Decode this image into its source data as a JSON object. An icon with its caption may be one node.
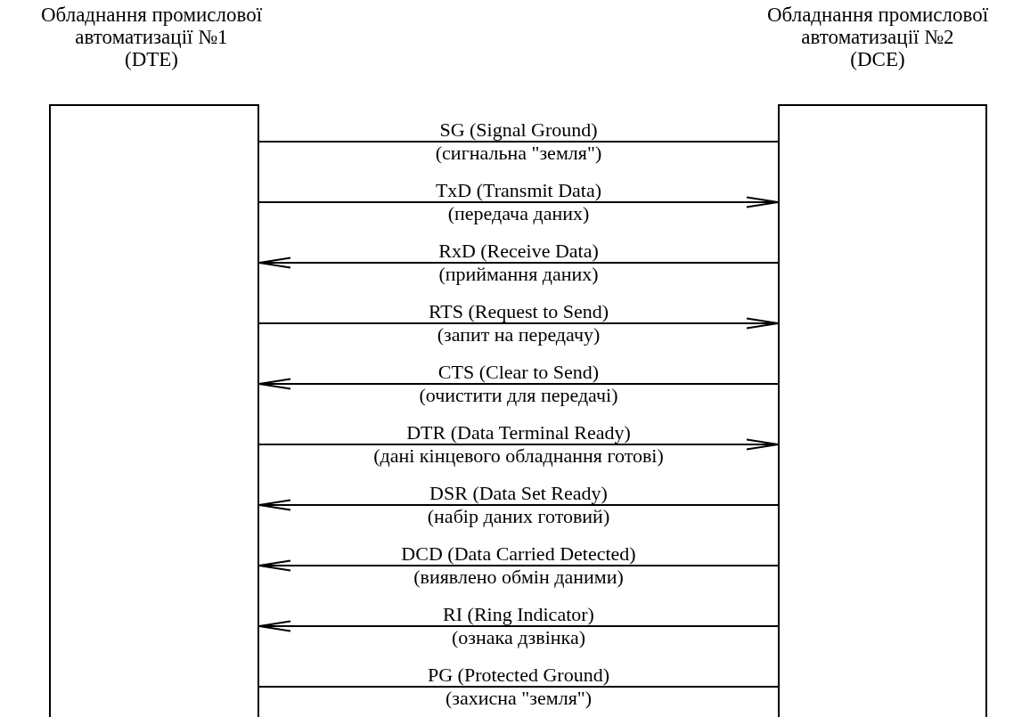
{
  "diagram": {
    "nodes": [
      {
        "text": [
          "Обладнання промислової автоматизації №1",
          "(DTE)"
        ]
      },
      {
        "text": [
          "Обладнання промислової автоматизації №2",
          "(DCE)"
        ]
      }
    ],
    "edges": [
      {
        "from": 1,
        "to": 0,
        "arrow": "none",
        "label": "SG (Signal Ground)"
      },
      {
        "from": 0,
        "to": 1,
        "arrow": "to",
        "label": "TxD (Transmit Data)"
      },
      {
        "from": 1,
        "to": 0,
        "arrow": "to",
        "label": "RxD (Receive Data)"
      },
      {
        "from": 0,
        "to": 1,
        "arrow": "to",
        "label": "RTS (Request to Send)"
      },
      {
        "from": 1,
        "to": 0,
        "arrow": "to",
        "label": "CTS (Clear to Send)"
      },
      {
        "from": 0,
        "to": 1,
        "arrow": "to",
        "label": "DTR (Data Terminal Ready)"
      },
      {
        "from": 1,
        "to": 0,
        "arrow": "to",
        "label": "DSR (Data Set Ready)"
      },
      {
        "from": 1,
        "to": 0,
        "arrow": "to",
        "label": "DCD (Data Carried Detected)"
      },
      {
        "from": 1,
        "to": 0,
        "arrow": "to",
        "label": "RI (Ring Indicator)"
      },
      {
        "from": 1,
        "to": 0,
        "arrow": "none",
        "label": "PG (Protected Ground)"
      }
    ],
    "labels": [
      "(сигнальна \"земля\")",
      "(передача даних)",
      "(приймання даних)",
      "(запит на передачу)",
      "(очистити для передачі)",
      "(дані кінцевого обладнання готові)",
      "(набір даних готовий)",
      "(виявлено обмін даними)",
      "(ознака дзвінка)",
      "(захисна \"земля\")"
    ]
  }
}
